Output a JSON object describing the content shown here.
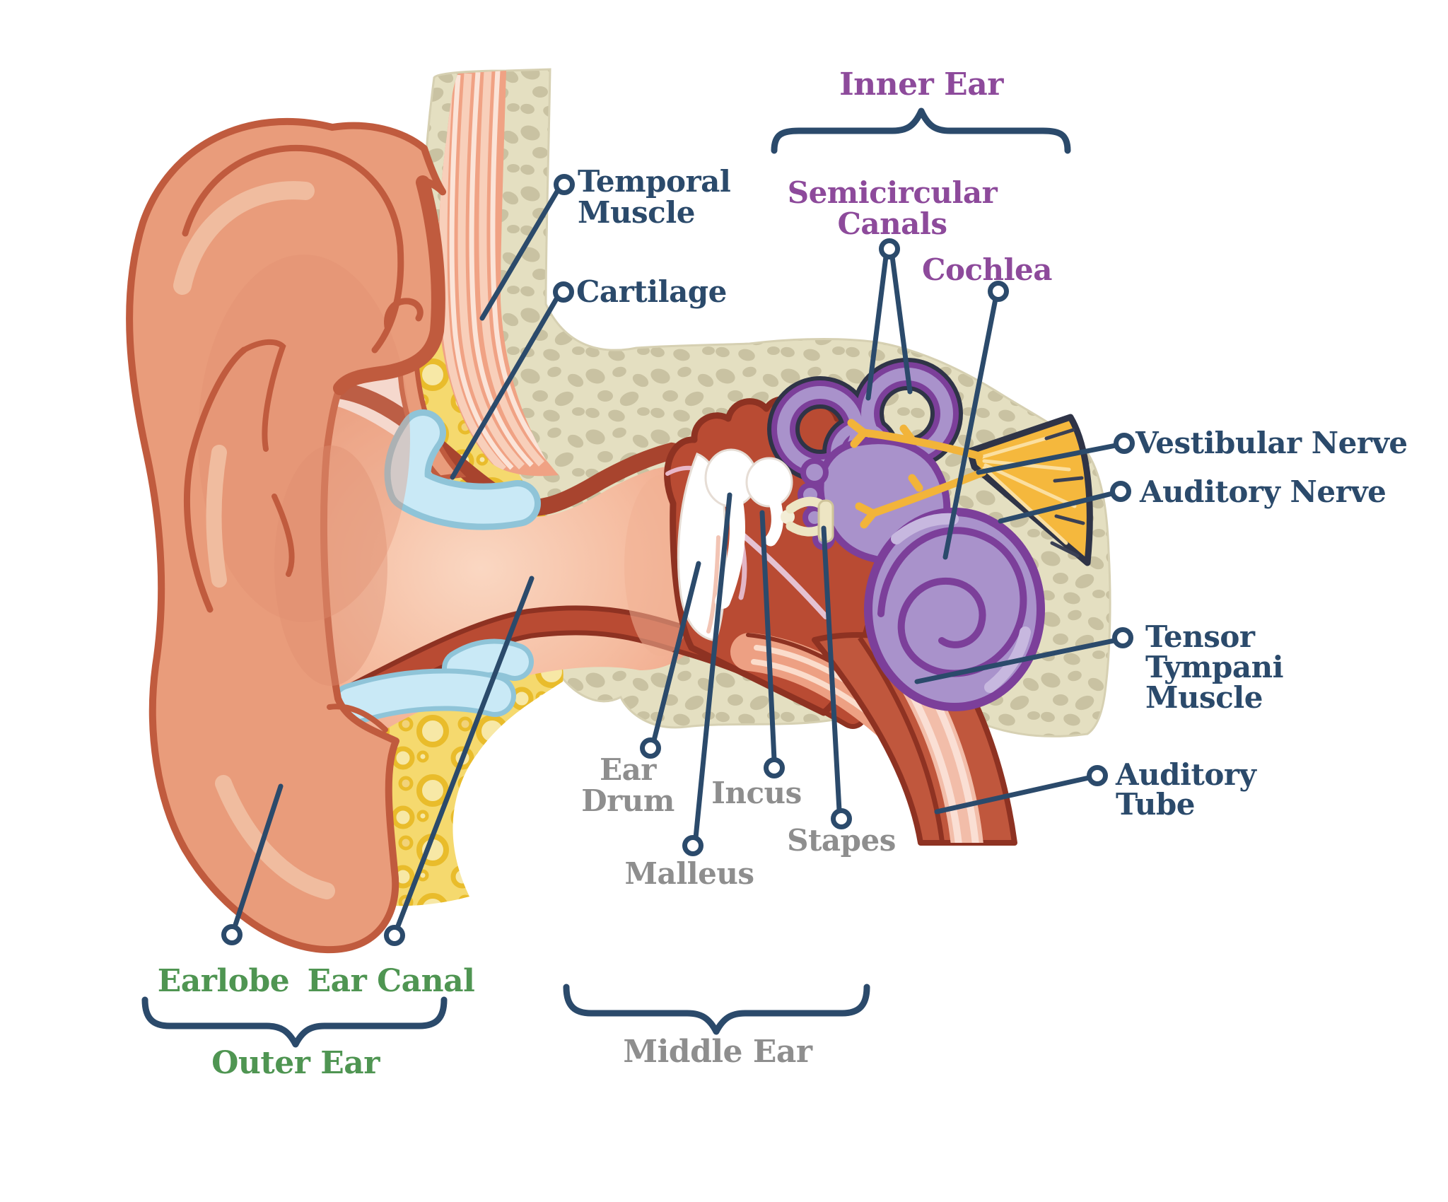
{
  "diagram": {
    "groups": {
      "inner_ear": "Inner Ear",
      "outer_ear": "Outer Ear",
      "middle_ear": "Middle Ear"
    },
    "labels": {
      "temporal_muscle": {
        "line1": "Temporal",
        "line2": "Muscle"
      },
      "cartilage": {
        "line1": "Cartilage"
      },
      "semicircular_canals": {
        "line1": "Semicircular",
        "line2": "Canals"
      },
      "cochlea": {
        "line1": "Cochlea"
      },
      "vestibular_nerve": {
        "line1": "Vestibular Nerve"
      },
      "auditory_nerve": {
        "line1": "Auditory Nerve"
      },
      "tensor_tympani_muscle": {
        "line1": "Tensor",
        "line2": "Tympani",
        "line3": "Muscle"
      },
      "auditory_tube": {
        "line1": "Auditory",
        "line2": "Tube"
      },
      "ear_drum": {
        "line1": "Ear",
        "line2": "Drum"
      },
      "incus": {
        "line1": "Incus"
      },
      "stapes": {
        "line1": "Stapes"
      },
      "malleus": {
        "line1": "Malleus"
      },
      "earlobe": {
        "line1": "Earlobe"
      },
      "ear_canal": {
        "line1": "Ear Canal"
      }
    },
    "colors": {
      "label_navy": "#2b4a6b",
      "label_purple": "#8d4a9b",
      "label_green": "#4f9552",
      "label_gray": "#8e8e8e",
      "leader_line": "#2b4a6b",
      "skin": "#e99c7b",
      "skin_outline": "#c05b3e",
      "bone": "#e4dfc1",
      "bone_speckle": "#c9c2a2",
      "fat_yellow": "#f5d96e",
      "fat_ring": "#e9bc2b",
      "cartilage_blue": "#c9e9f6",
      "middle_ear_red": "#b94b33",
      "inner_ear_purple": "#a992cb",
      "inner_ear_outline": "#7c3f9a",
      "nerve_yellow": "#f5b83d",
      "charcoal": "#2f3447"
    }
  }
}
